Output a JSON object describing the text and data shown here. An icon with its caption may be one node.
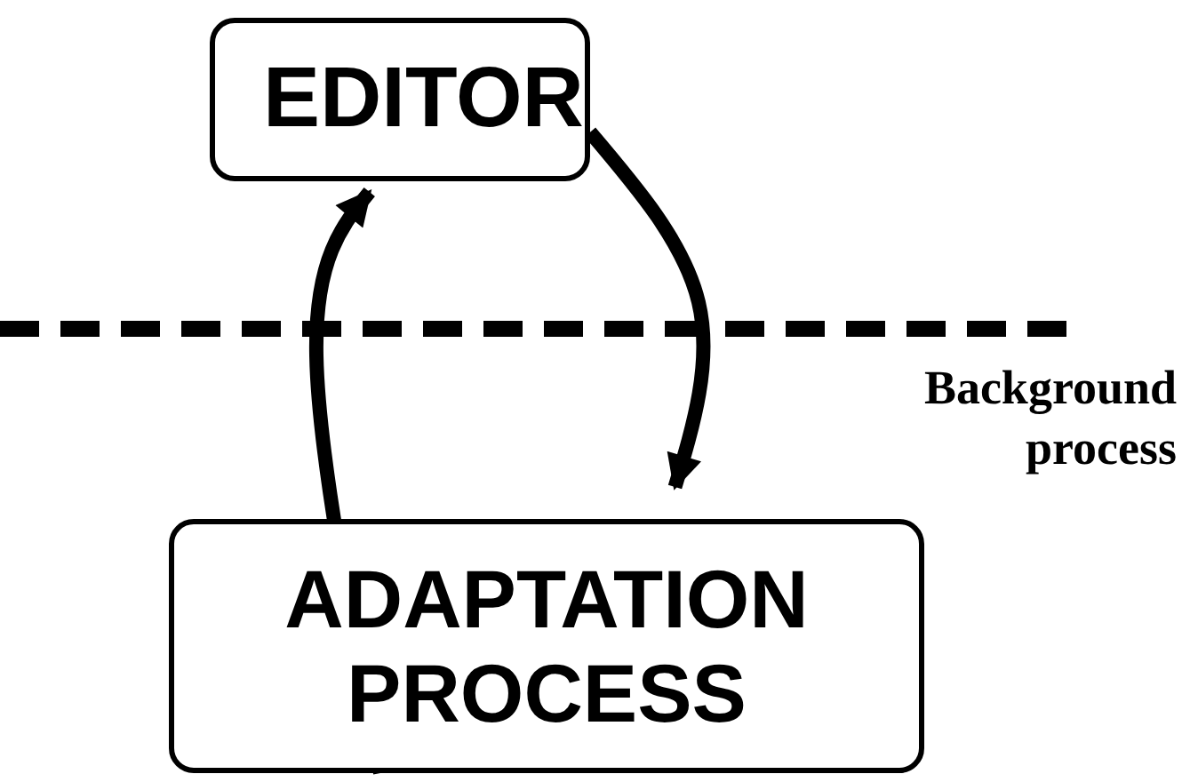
{
  "diagram": {
    "nodes": [
      {
        "text": [
          "EDITOR"
        ]
      },
      {
        "text": [
          "ADAPTATION PROCESS"
        ]
      }
    ],
    "edges": [
      {
        "from": 1,
        "to": 0,
        "arrow": "to"
      },
      {
        "from": 0,
        "to": 1,
        "arrow": "to"
      }
    ],
    "labels": [
      "Background process"
    ]
  }
}
